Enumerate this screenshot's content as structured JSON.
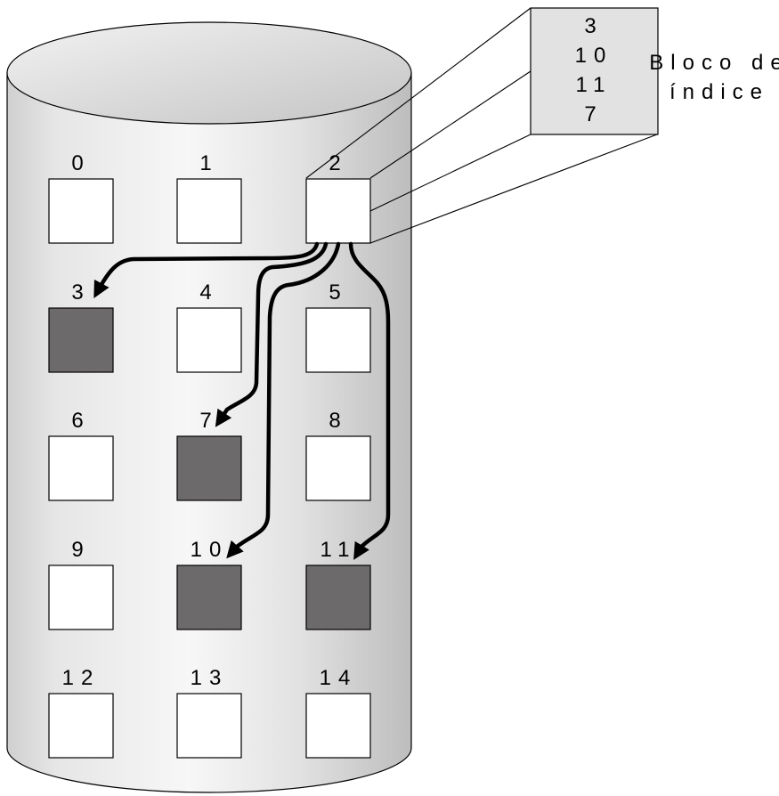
{
  "diagram": {
    "blocks": [
      {
        "label": "0",
        "allocated": false
      },
      {
        "label": "1",
        "allocated": false
      },
      {
        "label": "2",
        "allocated": false,
        "is_index_block": true
      },
      {
        "label": "3",
        "allocated": true
      },
      {
        "label": "4",
        "allocated": false
      },
      {
        "label": "5",
        "allocated": false
      },
      {
        "label": "6",
        "allocated": false
      },
      {
        "label": "7",
        "allocated": true
      },
      {
        "label": "8",
        "allocated": false
      },
      {
        "label": "9",
        "allocated": false
      },
      {
        "label": "10",
        "allocated": true
      },
      {
        "label": "11",
        "allocated": true
      },
      {
        "label": "12",
        "allocated": false
      },
      {
        "label": "13",
        "allocated": false
      },
      {
        "label": "14",
        "allocated": false
      }
    ],
    "index_block": {
      "entries": [
        "3",
        "10",
        "11",
        "7"
      ],
      "caption_line1": "Bloco de",
      "caption_line2": "índice"
    },
    "pointers": [
      "3",
      "7",
      "10",
      "11"
    ],
    "colors": {
      "allocated_fill": "#6d6a6b",
      "free_fill": "#ffffff",
      "index_box_fill": "#e2e2e2",
      "arrow": "#000000"
    }
  }
}
